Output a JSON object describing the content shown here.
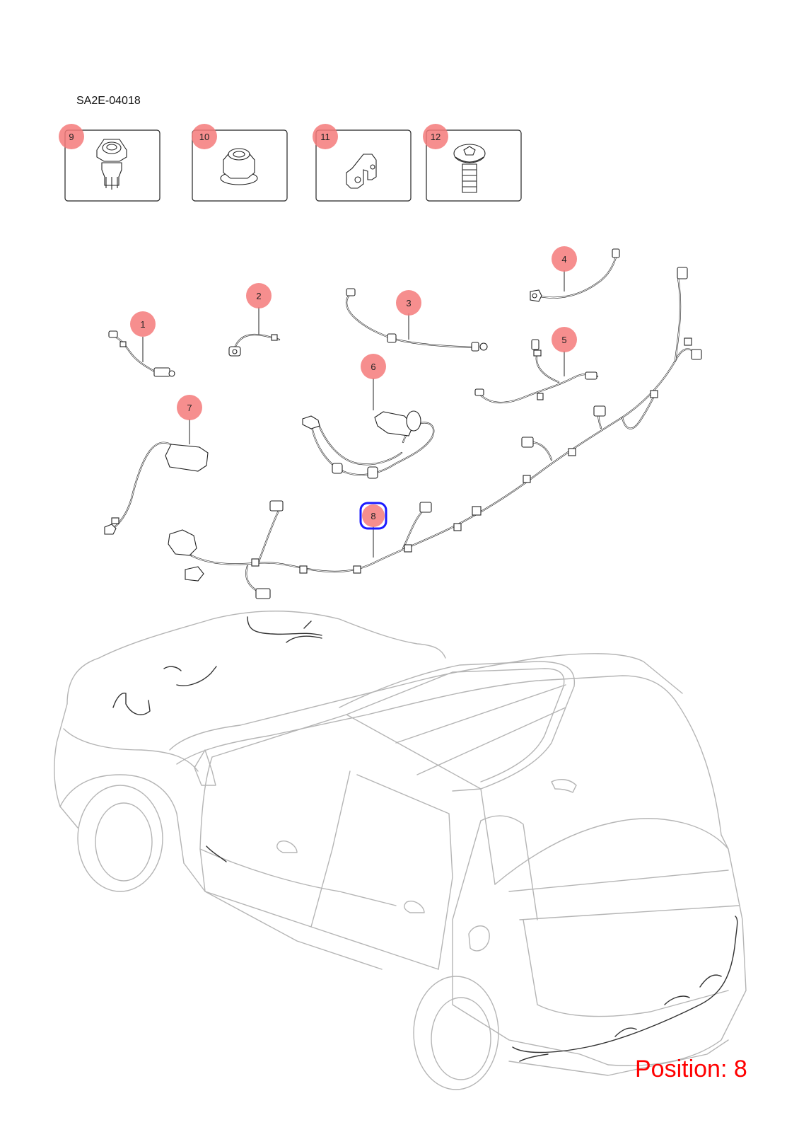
{
  "diagram_code": "SA2E-04018",
  "position_label": "Position: 8",
  "selected": "8",
  "callouts": [
    {
      "label": "1"
    },
    {
      "label": "2"
    },
    {
      "label": "3"
    },
    {
      "label": "4"
    },
    {
      "label": "5"
    },
    {
      "label": "6"
    },
    {
      "label": "7"
    },
    {
      "label": "8"
    },
    {
      "label": "9"
    },
    {
      "label": "10"
    },
    {
      "label": "11"
    },
    {
      "label": "12"
    }
  ],
  "colors": {
    "callout_fill": "#f47a7a",
    "selected_border": "#1a1aff",
    "position_text": "#ff0000"
  },
  "icons": [
    "clip-nut-icon",
    "flange-nut-icon",
    "bracket-icon",
    "torx-bolt-icon"
  ]
}
